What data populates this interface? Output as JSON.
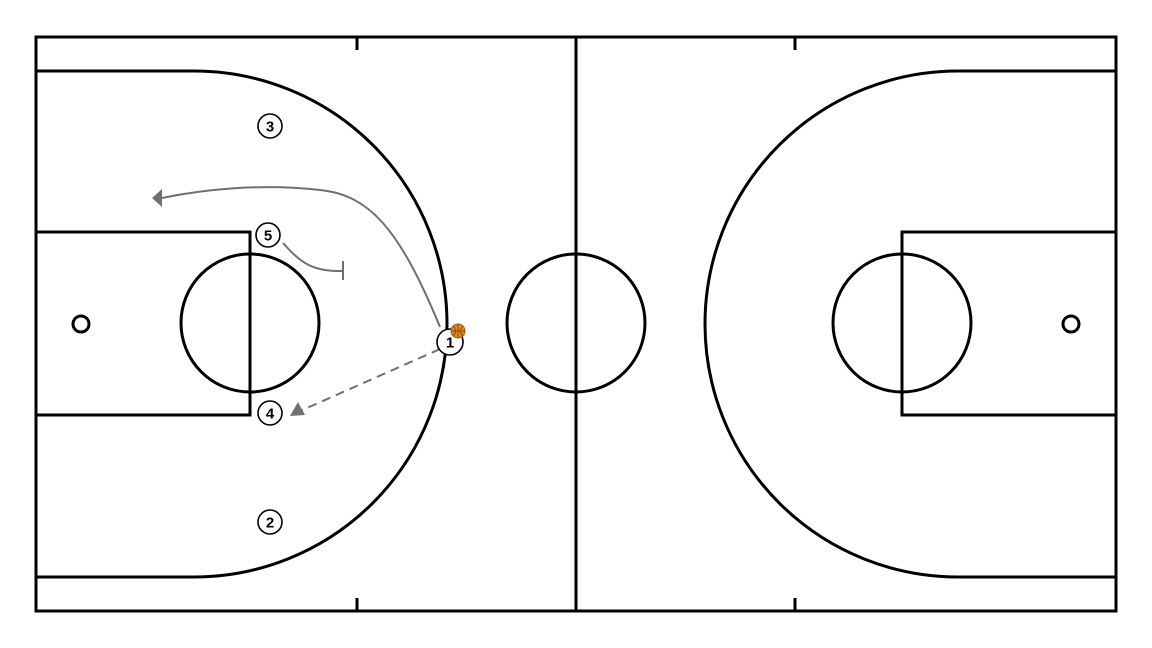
{
  "diagram": {
    "players": [
      {
        "id": "p1",
        "label": "1",
        "has_ball": true
      },
      {
        "id": "p2",
        "label": "2",
        "has_ball": false
      },
      {
        "id": "p3",
        "label": "3",
        "has_ball": false
      },
      {
        "id": "p4",
        "label": "4",
        "has_ball": false
      },
      {
        "id": "p5",
        "label": "5",
        "has_ball": false
      }
    ],
    "actions": [
      {
        "type": "dribble",
        "player": "1"
      },
      {
        "type": "pass",
        "from": "1",
        "to": "4"
      },
      {
        "type": "screen",
        "player": "5"
      }
    ],
    "colors": {
      "court_lines": "#000000",
      "movement_lines": "#707070",
      "ball": "#e08a1e",
      "background": "#ffffff"
    }
  }
}
